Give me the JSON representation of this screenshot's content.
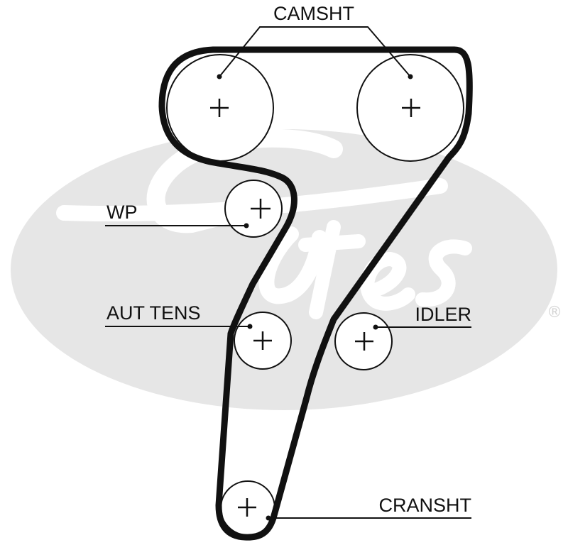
{
  "labels": {
    "camshaft": "CAMSHT",
    "water_pump": "WP",
    "auto_tensioner": "AUT TENS",
    "idler": "IDLER",
    "crankshaft": "CRANSHT"
  },
  "watermark": {
    "registered_mark": "®"
  },
  "colors": {
    "belt": "#111111",
    "pulley_stroke": "#111111",
    "watermark": "#e6e6e6",
    "background": "#ffffff"
  }
}
